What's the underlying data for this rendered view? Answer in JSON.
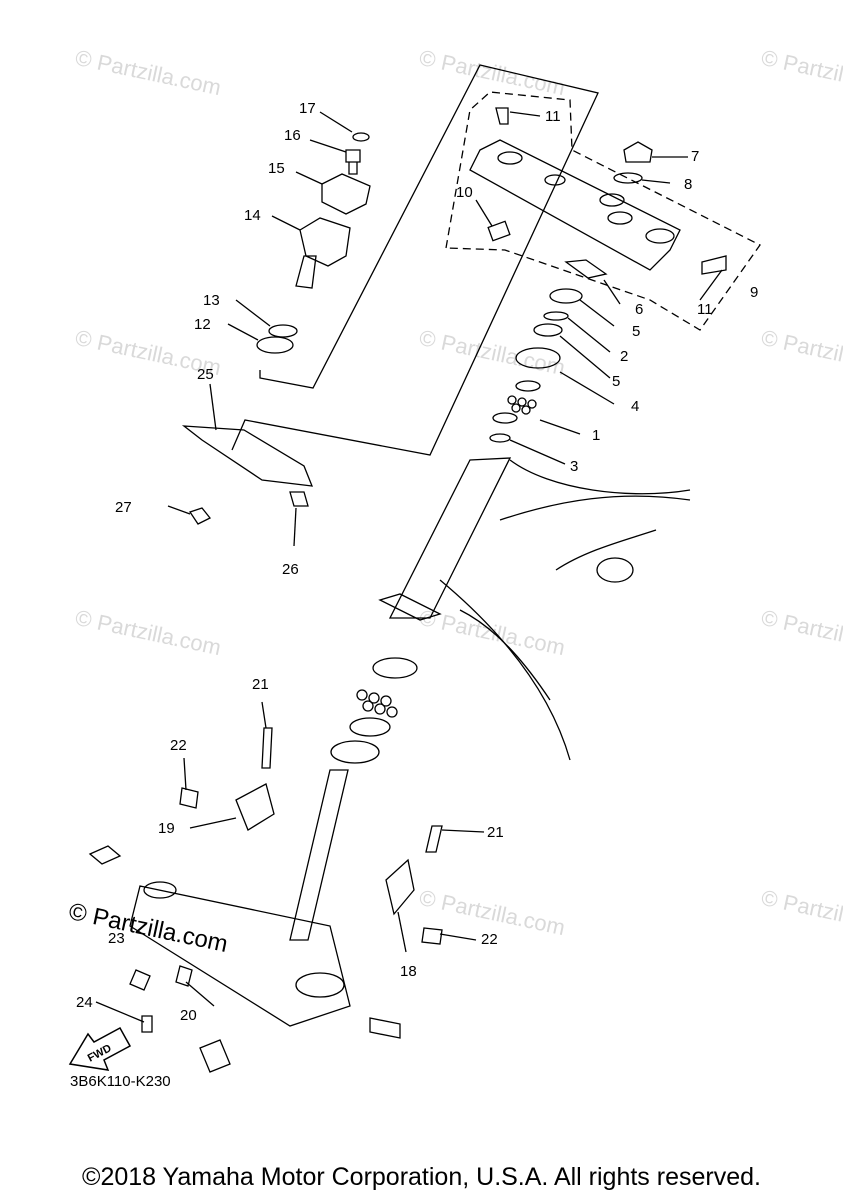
{
  "watermark": {
    "text": "© Partzilla.com",
    "positions": []
  },
  "brand_mark": "© Partzilla.com",
  "diagram_code": "3B6K110-K230",
  "copyright": "©2018 Yamaha Motor Corporation, U.S.A. All rights reserved.",
  "callouts": {
    "c1": "1",
    "c2": "2",
    "c3": "3",
    "c4": "4",
    "c5a": "5",
    "c5b": "5",
    "c6": "6",
    "c7": "7",
    "c8": "8",
    "c9": "9",
    "c10": "10",
    "c11a": "11",
    "c11b": "11",
    "c12": "12",
    "c13": "13",
    "c14": "14",
    "c15": "15",
    "c16": "16",
    "c17": "17",
    "c18": "18",
    "c19": "19",
    "c20": "20",
    "c21a": "21",
    "c21b": "21",
    "c22a": "22",
    "c22b": "22",
    "c23": "23",
    "c24": "24",
    "c25": "25",
    "c26": "26",
    "c27": "27"
  },
  "fwd_label": "FWD"
}
